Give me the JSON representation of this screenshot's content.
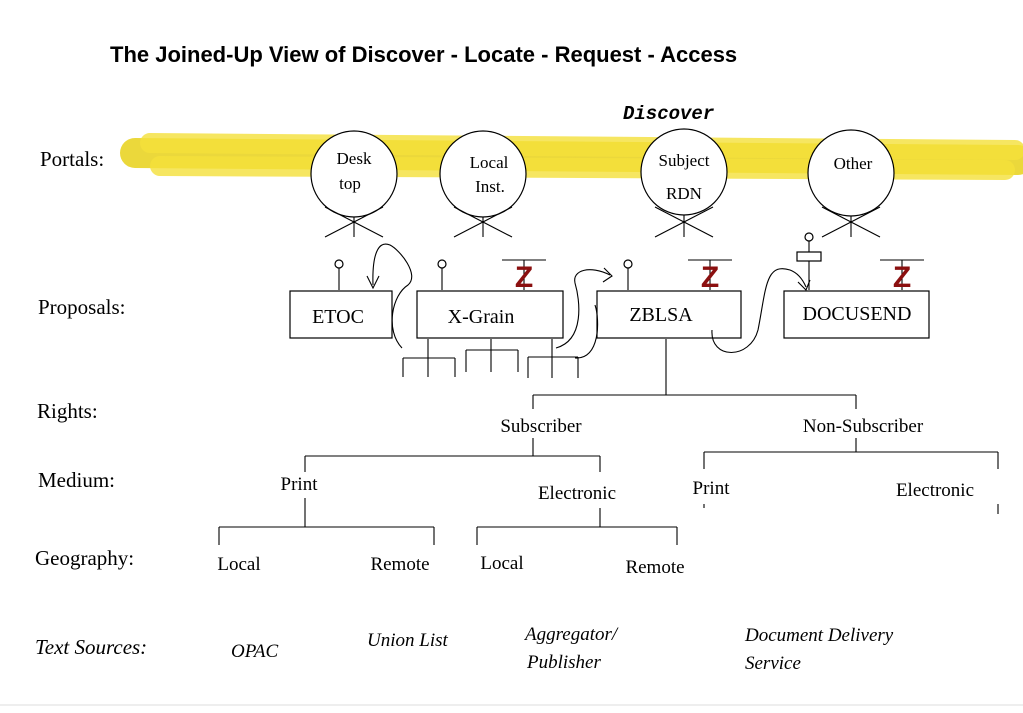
{
  "title": "The Joined-Up View of Discover - Locate - Request - Access",
  "discover_label": "Discover",
  "rows": {
    "portals": "Portals:",
    "proposals": "Proposals:",
    "rights": "Rights:",
    "medium": "Medium:",
    "geography": "Geography:",
    "text_sources": "Text Sources:"
  },
  "portals": [
    {
      "line1": "Desk",
      "line2": "top"
    },
    {
      "line1": "Local",
      "line2": "Inst."
    },
    {
      "line1": "Subject",
      "line2": "RDN"
    },
    {
      "line1": "Other",
      "line2": ""
    }
  ],
  "proposals": [
    "ETOC",
    "X-Grain",
    "ZBLSA",
    "DOCUSEND"
  ],
  "z_logo": "Z",
  "rights": [
    "Subscriber",
    "Non-Subscriber"
  ],
  "medium": {
    "subscriber": [
      "Print",
      "Electronic"
    ],
    "non_subscriber": [
      "Print",
      "Electronic"
    ]
  },
  "geography": {
    "print": [
      "Local",
      "Remote"
    ],
    "electronic": [
      "Local",
      "Remote"
    ]
  },
  "text_sources": {
    "opac": "OPAC",
    "union_list": "Union List",
    "aggregator_line1": "Aggregator/",
    "aggregator_line2": "Publisher",
    "doc_delivery_line1": "Document Delivery",
    "doc_delivery_line2": "Service"
  },
  "colors": {
    "highlighter": "#e8d21a",
    "z_logo": "#8b1010"
  }
}
